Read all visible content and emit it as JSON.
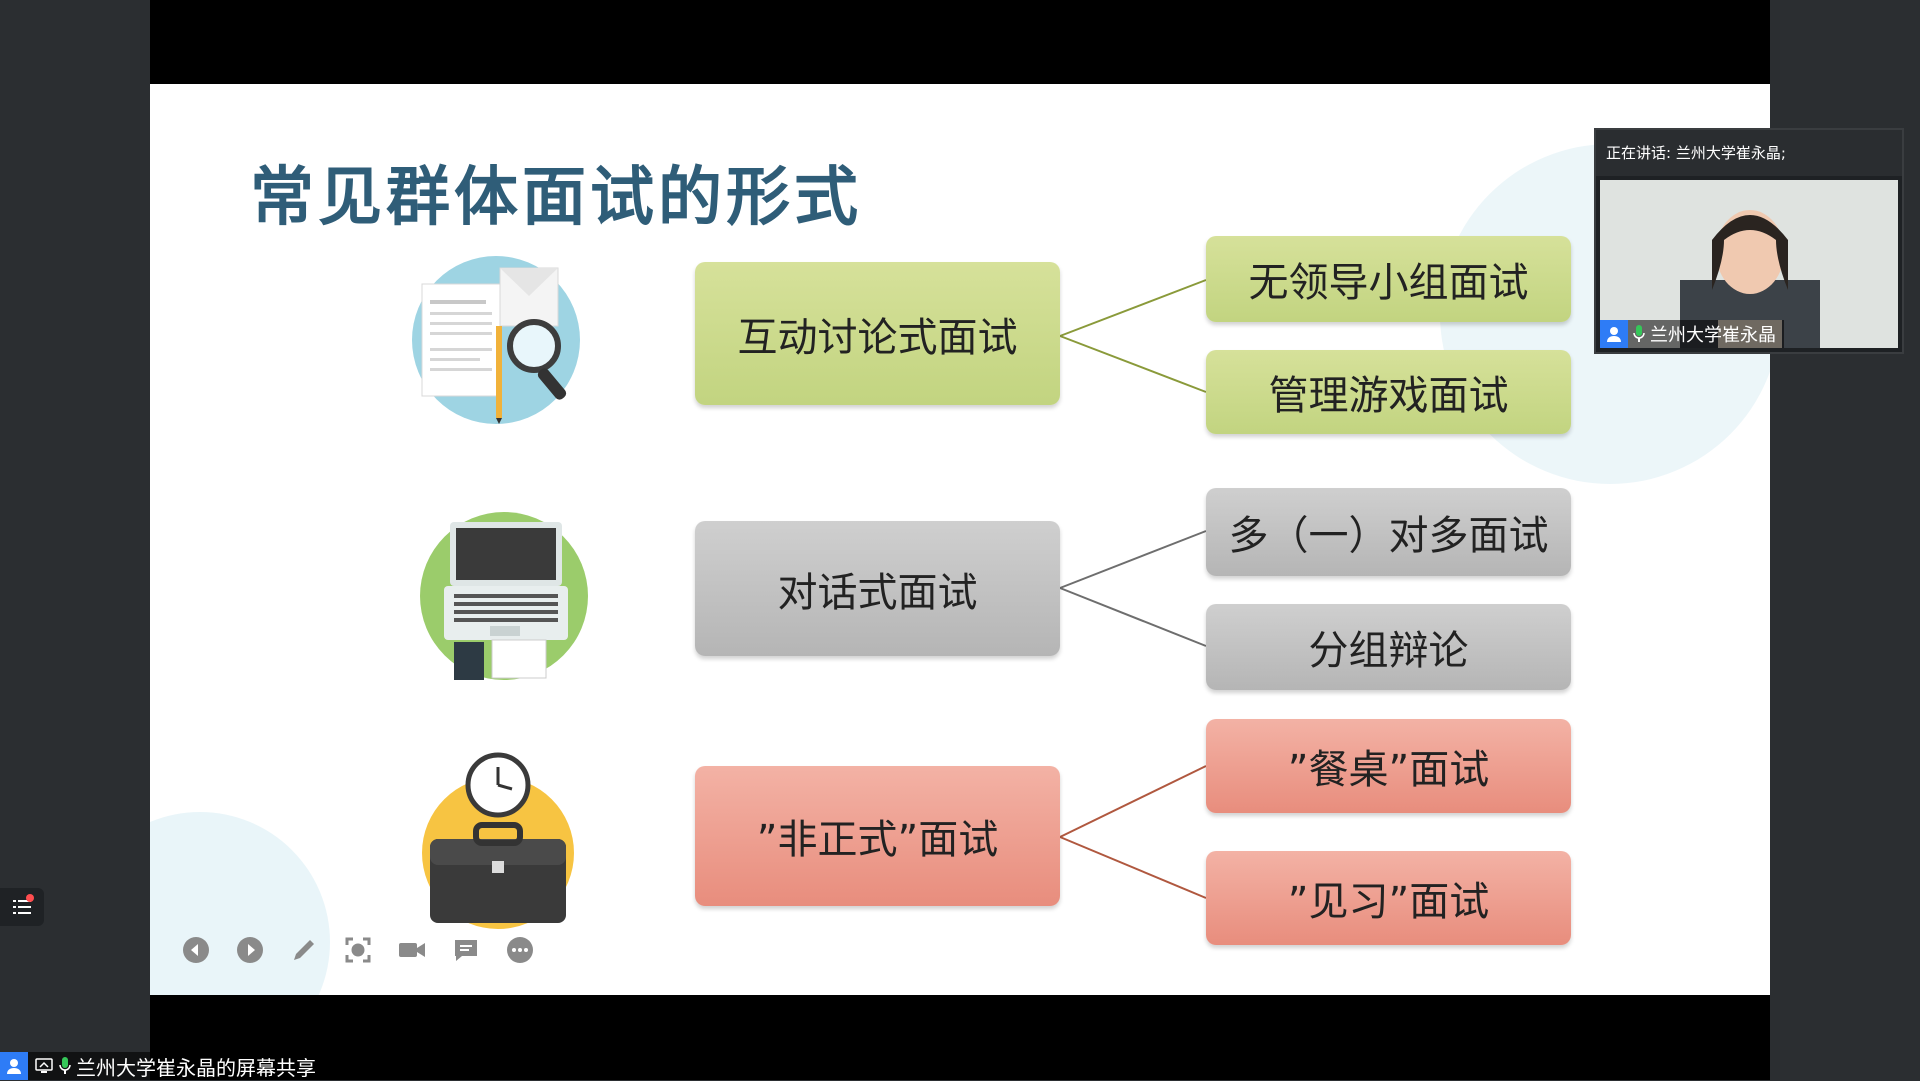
{
  "slide": {
    "title": "常见群体面试的形式",
    "groups": [
      {
        "main": "互动讨论式面试",
        "subs": [
          "无领导小组面试",
          "管理游戏面试"
        ],
        "color": "#cddb8f",
        "line_color": "#8a9a3a",
        "icon": "documents-magnifier-icon"
      },
      {
        "main": "对话式面试",
        "subs": [
          "多（一）对多面试",
          "分组辩论"
        ],
        "color": "#c3c3c3",
        "line_color": "#6e6e6e",
        "icon": "laptop-calculator-icon"
      },
      {
        "main": "”非正式”面试",
        "subs": [
          "”餐桌”面试",
          "”见习”面试"
        ],
        "color": "#ee9f90",
        "line_color": "#b0583f",
        "icon": "briefcase-clock-icon"
      }
    ]
  },
  "toolbar": {
    "items": [
      "previous-icon",
      "next-icon",
      "pen-icon",
      "screenshot-icon",
      "camera-icon",
      "comment-icon",
      "more-icon"
    ]
  },
  "video": {
    "speaking_label": "正在讲话: 兰州大学崔永晶;",
    "participant_name": "兰州大学崔永晶"
  },
  "share": {
    "label": "兰州大学崔永晶的屏幕共享"
  },
  "colors": {
    "title": "#2f5d78",
    "accent_blue": "#2e7cf6"
  }
}
